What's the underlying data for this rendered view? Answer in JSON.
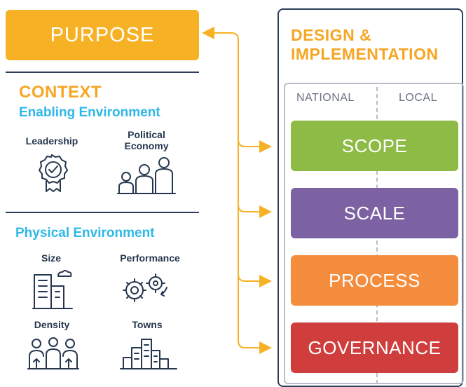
{
  "purpose": {
    "label": "PURPOSE"
  },
  "context": {
    "title": "CONTEXT",
    "enabling": {
      "title": "Enabling Environment",
      "items": [
        {
          "label": "Leadership",
          "icon": "award-badge-icon"
        },
        {
          "label": "Political Economy",
          "icon": "people-group-icon"
        }
      ]
    },
    "physical": {
      "title": "Physical Environment",
      "items": [
        {
          "label": "Size",
          "icon": "buildings-icon"
        },
        {
          "label": "Performance",
          "icon": "gears-icon"
        },
        {
          "label": "Density",
          "icon": "crowd-icon"
        },
        {
          "label": "Towns",
          "icon": "skyline-icon"
        }
      ]
    }
  },
  "design": {
    "title_line1": "DESIGN &",
    "title_line2": "IMPLEMENTATION",
    "columns": [
      "NATIONAL",
      "LOCAL"
    ],
    "bars": [
      {
        "label": "SCOPE",
        "color": "#8dbb45"
      },
      {
        "label": "SCALE",
        "color": "#7d62a3"
      },
      {
        "label": "PROCESS",
        "color": "#f48d3e"
      },
      {
        "label": "GOVERNANCE",
        "color": "#cf3e3d"
      }
    ]
  },
  "colors": {
    "orange": "#f6b125",
    "navy": "#26374f",
    "blue": "#2fb8e8"
  }
}
